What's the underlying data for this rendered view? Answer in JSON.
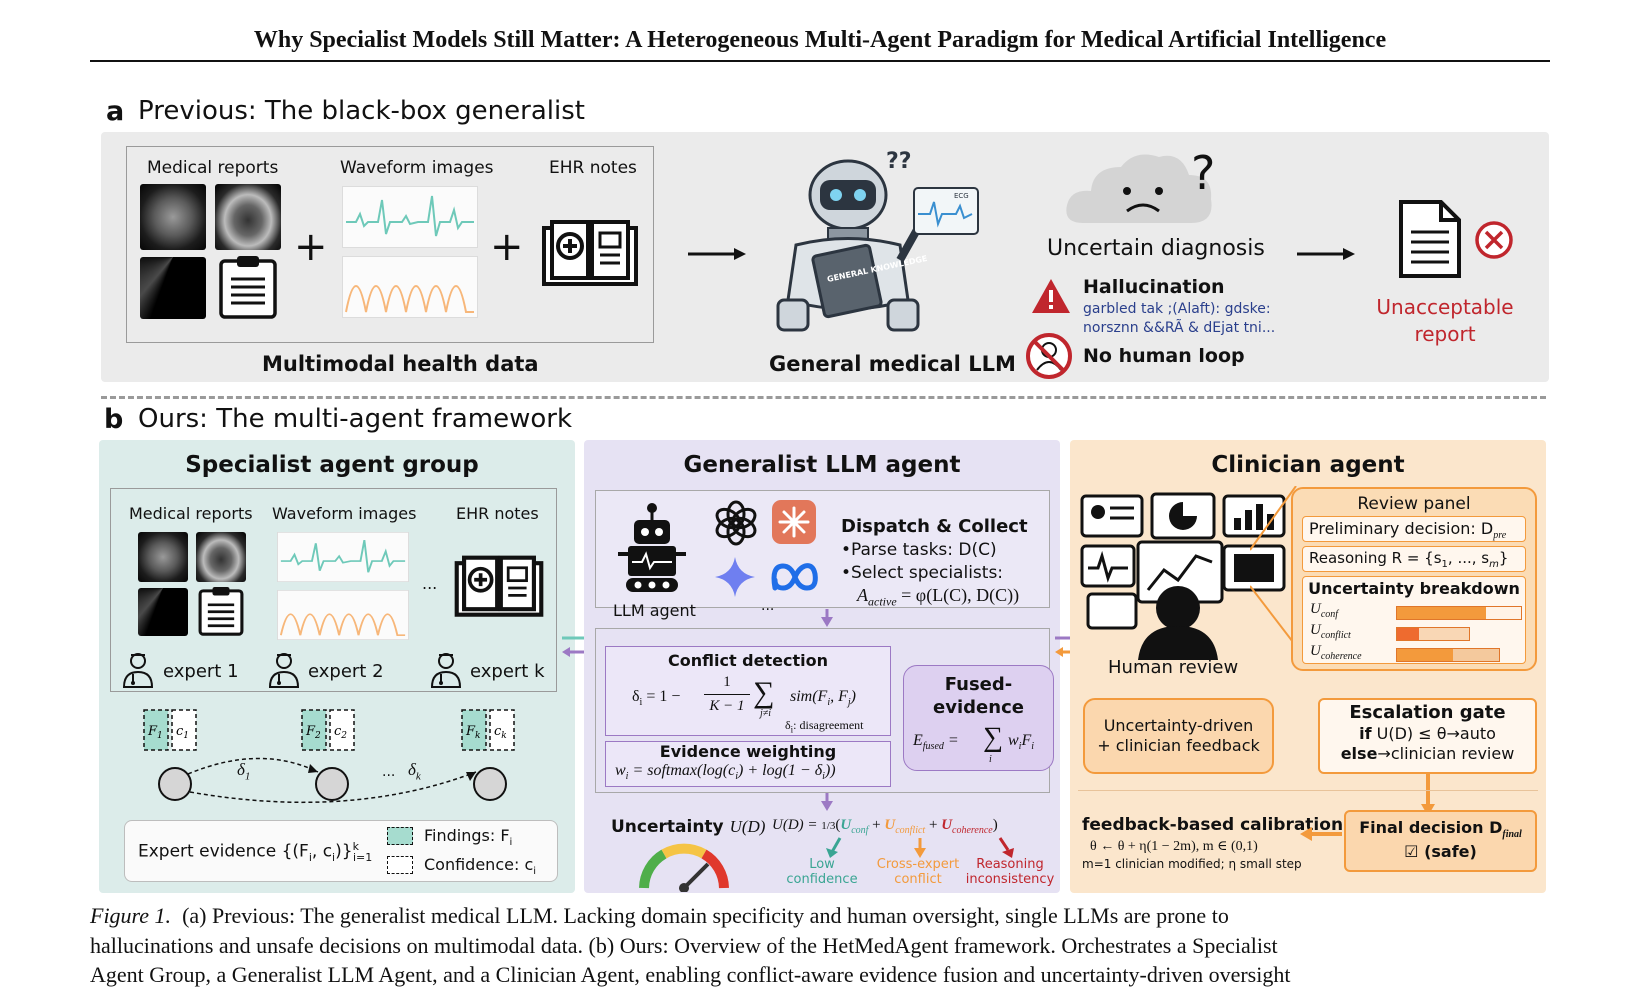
{
  "paper_title": "Why Specialist Models Still Matter: A Heterogeneous Multi-Agent Paradigm for Medical Artificial Intelligence",
  "panel_a": {
    "letter": "a",
    "heading": "Previous: The black-box generalist",
    "inputs": {
      "medical_reports": "Medical reports",
      "waveform_images": "Waveform images",
      "ehr_notes": "EHR notes",
      "plus": "+",
      "caption": "Multimodal health data"
    },
    "llm_caption": "General medical LLM",
    "robot_book_text": "GENERAL KNOWLEDGE",
    "robot_ecg_text": "ECG",
    "question_marks": "??",
    "uncertain_diagnosis": "Uncertain diagnosis",
    "hallucination_title": "Hallucination",
    "hallucination_text_1": "garbled tak ;(Alaft): gdske:",
    "hallucination_text_2": "norsznn &&RÃ & dEjat tni...",
    "no_human_loop": "No human loop",
    "unacceptable_1": "Unacceptable",
    "unacceptable_2": "report"
  },
  "panel_b": {
    "letter": "b",
    "heading": "Ours: The multi-agent framework",
    "specialist": {
      "title": "Specialist agent group",
      "medical_reports": "Medical reports",
      "waveform_images": "Waveform images",
      "ehr_notes": "EHR notes",
      "ellipsis": "...",
      "expert_1": "expert 1",
      "expert_2": "expert 2",
      "expert_k": "expert k",
      "delta_1": "δ",
      "delta_1_sub": "1",
      "delta_k": "δ",
      "delta_k_sub": "k",
      "dots": "...",
      "evidence_label": "Expert evidence {(F",
      "evidence_tail": ", c",
      "evidence_close": ")}",
      "evidence_sup": "k",
      "evidence_sub": "i=1",
      "findings_label": "Findings: F",
      "confidence_label": "Confidence: c",
      "idx_i": "i"
    },
    "generalist": {
      "title": "Generalist LLM agent",
      "llm_agent": "LLM agent",
      "logos_ellipsis": "...",
      "dispatch_title": "Dispatch & Collect",
      "parse_tasks": "•Parse tasks: D(C)",
      "select_specialists": "•Select specialists:",
      "active_formula": "A",
      "active_sub": "active",
      "active_rhs": " = φ(L(C), D(C))",
      "conflict_title": "Conflict detection",
      "conflict_formula_lhs": "δ",
      "conflict_formula_rhs": " = 1 −",
      "conflict_frac_top": "1",
      "conflict_frac_bottom": "K − 1",
      "conflict_sum_sub": "j≠i",
      "conflict_sim": "sim(F",
      "conflict_sim_2": ", F",
      "conflict_sim_3": ")",
      "disagreement": ": disagreement",
      "weighting_title": "Evidence weighting",
      "weighting_formula": " = softmax(log(c",
      "weighting_formula_2": ") + log(1 − δ",
      "weighting_formula_3": "))",
      "fused_title_1": "Fused-",
      "fused_title_2": "evidence",
      "fused_lhs": "E",
      "fused_sub": "fused",
      "fused_rhs": " = ",
      "fused_sum_sub": "i",
      "fused_term": "w",
      "fused_term_2": "F",
      "uncertainty_title": "Uncertainty",
      "uncertainty_arg": "U(D)",
      "u_formula_lhs": "U(D) = ",
      "u_third": "1/3",
      "u_conf": "U",
      "u_conf_sub": "conf",
      "u_conflict_sub": "conflict",
      "u_coherence_sub": "coherence",
      "plus": "+",
      "low_conf_1": "Low",
      "low_conf_2": "confidence",
      "cross_1": "Cross-expert",
      "cross_2": "conflict",
      "reasoning_1": "Reasoning",
      "reasoning_2": "inconsistency"
    },
    "clinician": {
      "title": "Clinician agent",
      "human_review": "Human review",
      "review_panel": "Review panel",
      "preliminary": "Preliminary decision: D",
      "preliminary_sub": "pre",
      "reasoning": "Reasoning R = {s",
      "reasoning_tail": ", ..., s",
      "reasoning_close": "}",
      "uncertainty_breakdown": "Uncertainty breakdown",
      "u_conf_sub": "conf",
      "u_conflict_sub": "conflict",
      "u_coherence_sub": "coherence",
      "feedback_box_1": "Uncertainty-driven",
      "feedback_box_2": "+ clinician feedback",
      "escalation_title": "Escalation gate",
      "escalation_if": "if",
      "escalation_if_rest": " U(D) ≤ θ→auto",
      "escalation_else": "else",
      "escalation_else_rest": "→clinician review",
      "calibration_title": "feedback-based calibration",
      "calibration_formula": "θ ← θ + η(1 − 2m), m ∈ (0,1)",
      "calibration_note": "m=1 clinician modified; η small step",
      "final_title": "Final decision D",
      "final_sub": "final",
      "final_safe": "☑ (safe)"
    }
  },
  "uncertainty_bars": [
    {
      "name": "conf",
      "fraction": 0.72
    },
    {
      "name": "conflict",
      "fraction": 0.3
    },
    {
      "name": "coherence",
      "fraction": 0.55
    }
  ],
  "colors": {
    "specialist_bg": "#dcecea",
    "generalist_bg": "#e6e2f3",
    "clinician_bg": "#fbe6cc",
    "panel_a_bg": "#ebebeb",
    "teal": "#6ec9b9",
    "purple": "#9c79c4",
    "orange": "#f39a3c",
    "red": "#c0262d"
  },
  "caption": {
    "label": "Figure 1.",
    "line1": "(a) Previous: The generalist medical LLM. Lacking domain specificity and human oversight, single LLMs are prone to",
    "line2": "hallucinations and unsafe decisions on multimodal data. (b) Ours: Overview of the HetMedAgent framework. Orchestrates a Specialist",
    "line3": "Agent Group, a Generalist LLM Agent, and a Clinician Agent, enabling conflict-aware evidence fusion and uncertainty-driven oversight"
  }
}
